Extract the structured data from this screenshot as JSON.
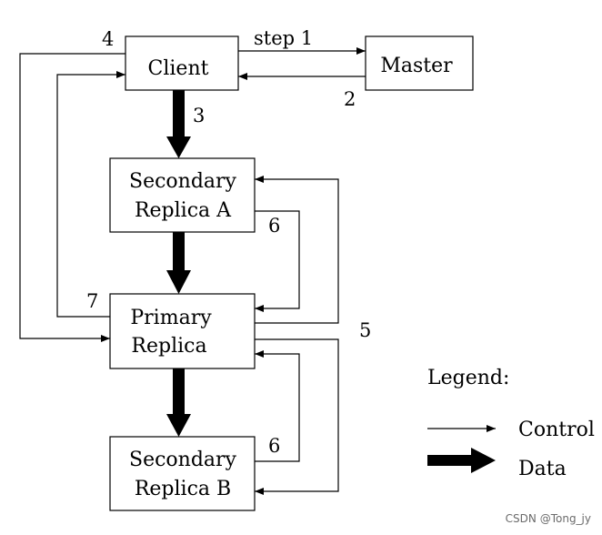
{
  "nodes": {
    "client": {
      "label": "Client"
    },
    "master": {
      "label": "Master"
    },
    "secondary_a": {
      "line1": "Secondary",
      "line2": "Replica A"
    },
    "primary": {
      "line1": "Primary",
      "line2": "Replica"
    },
    "secondary_b": {
      "line1": "Secondary",
      "line2": "Replica B"
    }
  },
  "steps": {
    "step1": "step 1",
    "step2": "2",
    "step3": "3",
    "step4": "4",
    "step5": "5",
    "step6_a": "6",
    "step6_b": "6",
    "step7": "7"
  },
  "legend": {
    "title": "Legend:",
    "control_label": "Control",
    "data_label": "Data"
  },
  "watermark": "CSDN @Tong_jy",
  "colors": {
    "stroke": "#000000",
    "background": "#ffffff",
    "watermark": "#6b6b6b"
  }
}
